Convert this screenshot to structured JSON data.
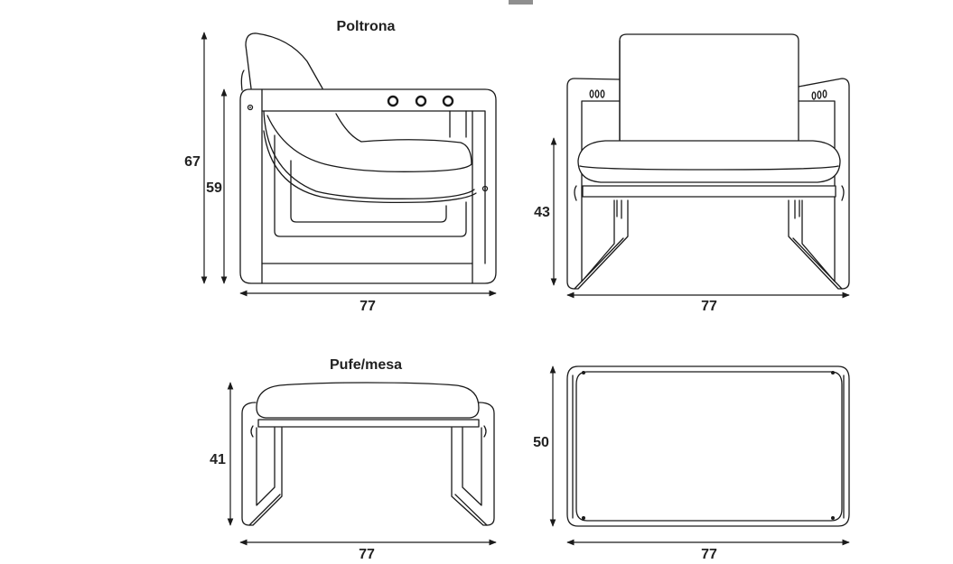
{
  "views": {
    "armchair_title": "Poltrona",
    "pouf_title": "Pufe/mesa"
  },
  "dimensions": {
    "armchair_side_total_height": "67",
    "armchair_side_frame_height": "59",
    "armchair_side_width": "77",
    "armchair_front_seat_height": "43",
    "armchair_front_width": "77",
    "pouf_side_height": "41",
    "pouf_side_width": "77",
    "pouf_top_depth": "50",
    "pouf_top_width": "77"
  },
  "colors": {
    "line": "#1a1a1a",
    "text": "#222222",
    "corner_tab": "#8f8f8f"
  }
}
